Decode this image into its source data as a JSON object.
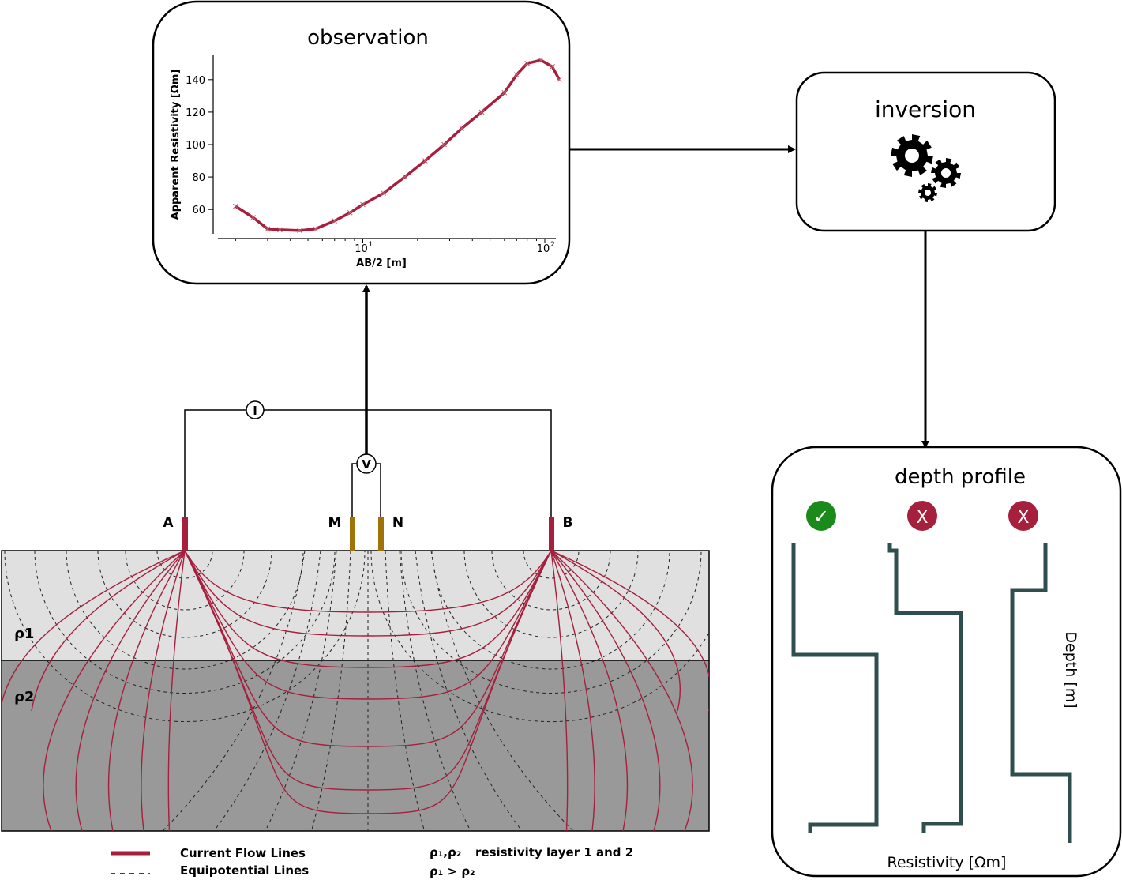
{
  "observation": {
    "title": "observation",
    "chart_data": {
      "type": "line",
      "xscale": "log",
      "xlabel": "AB/2 [m]",
      "ylabel": "Apparent Resistivity [Ωm]",
      "ylim": [
        45,
        155
      ],
      "xlim": [
        1.6,
        115
      ],
      "x_ticks": [
        {
          "value": 10,
          "base": "10",
          "exp": "1"
        },
        {
          "value": 100,
          "base": "10",
          "exp": "2"
        }
      ],
      "y_ticks": [
        60,
        80,
        100,
        120,
        140
      ],
      "series": [
        {
          "color": "#a61f3c",
          "marker": "x",
          "points": [
            [
              2,
              62
            ],
            [
              2.5,
              55
            ],
            [
              3,
              48
            ],
            [
              3.5,
              47.5
            ],
            [
              4.5,
              47
            ],
            [
              5.5,
              48
            ],
            [
              7,
              53
            ],
            [
              8.5,
              58
            ],
            [
              10,
              63
            ],
            [
              13,
              70
            ],
            [
              17,
              80
            ],
            [
              22,
              90
            ],
            [
              28,
              100
            ],
            [
              35,
              110
            ],
            [
              45,
              120
            ],
            [
              60,
              132
            ],
            [
              70,
              143
            ],
            [
              80,
              150
            ],
            [
              95,
              152
            ],
            [
              110,
              148
            ],
            [
              120,
              140
            ]
          ]
        }
      ]
    }
  },
  "inversion": {
    "title": "inversion",
    "icon": "gears-icon"
  },
  "depth_profile": {
    "title": "depth profile",
    "xlabel": "Resistivity  [Ωm]",
    "ylabel": "Depth [m]",
    "status": [
      {
        "symbol": "✓",
        "color": "#1a8a1a"
      },
      {
        "symbol": "X",
        "color": "#a61f3c"
      },
      {
        "symbol": "X",
        "color": "#a61f3c"
      }
    ],
    "line_color": "#2f4f4f"
  },
  "survey": {
    "current_meter": "I",
    "voltmeter": "V",
    "electrodes": [
      "A",
      "M",
      "N",
      "B"
    ],
    "layer1": "ρ1",
    "layer2": "ρ2",
    "colors": {
      "current_electrode": "#a61f3c",
      "potential_electrode": "#a0730a",
      "layer1": "#e0e0e0",
      "layer2": "#999999",
      "flow_lines": "#a61f3c"
    }
  },
  "legend": {
    "current_flow": "Current Flow Lines",
    "equipotential": "Equipotential Lines",
    "resistivity_line1_sym": "ρ₁,ρ₂",
    "resistivity_line1_text": "resistivity layer 1 and 2",
    "resistivity_line2": "ρ₁ > ρ₂"
  }
}
